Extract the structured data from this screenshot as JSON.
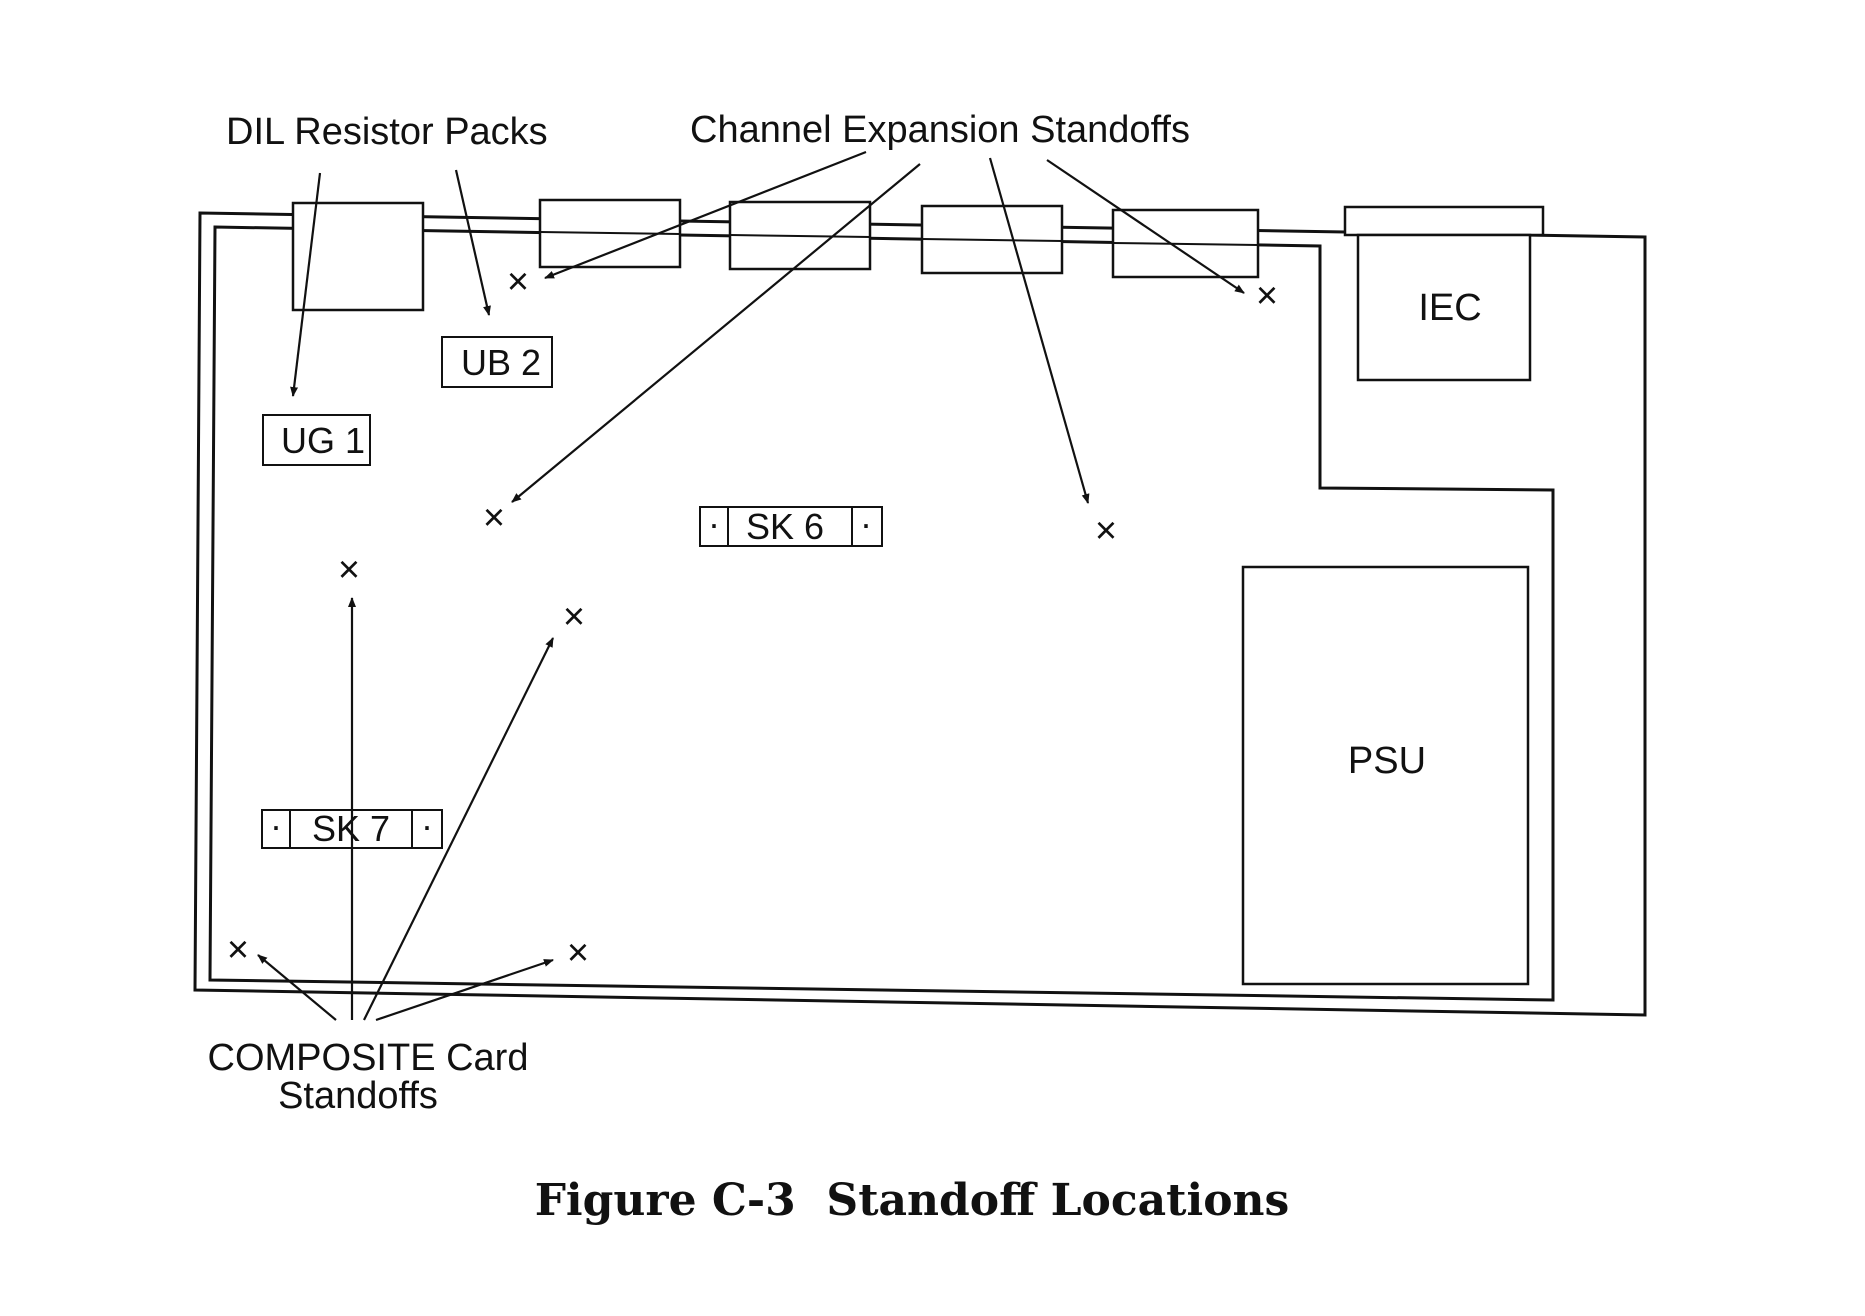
{
  "labels": {
    "dil_resistor_packs": "DIL Resistor Packs",
    "channel_expansion_standoffs": "Channel Expansion Standoffs",
    "composite_line1": "COMPOSITE Card",
    "composite_line2": "Standoffs"
  },
  "components": {
    "ub2": "UB 2",
    "ug1": "UG 1",
    "sk6": "SK 6",
    "sk7": "SK 7",
    "iec": "IEC",
    "psu": "PSU",
    "pin_dot": "·"
  },
  "standoff_mark": "×",
  "caption": "Figure C-3  Standoff Locations",
  "colors": {
    "ink": "#111111",
    "paper": "#ffffff"
  }
}
